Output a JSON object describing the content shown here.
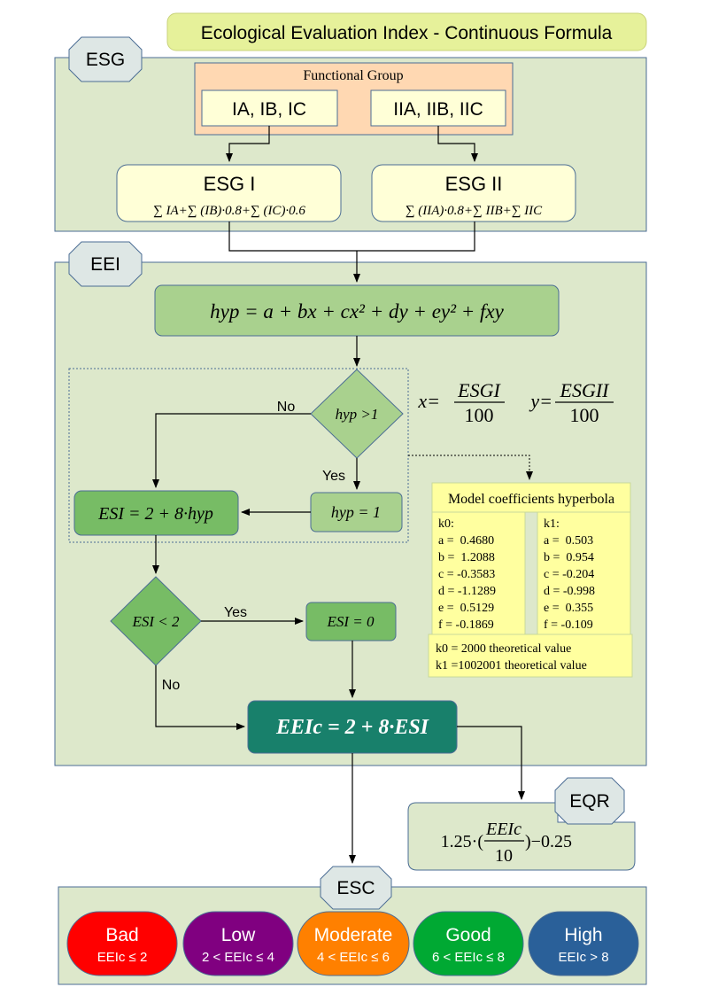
{
  "title": "Ecological Evaluation Index - Continuous Formula",
  "sections": {
    "esg": "ESG",
    "eei": "EEI",
    "eqr": "EQR",
    "esc": "ESC"
  },
  "functional_group": {
    "title": "Functional Group",
    "group1": "IA, IB, IC",
    "group2": "IIA, IIB, IIC"
  },
  "esg1": {
    "title": "ESG I",
    "formula": "∑ IA+∑ (IB)·0.8+∑ (IC)·0.6"
  },
  "esg2": {
    "title": "ESG II",
    "formula": "∑ (IIA)·0.8+∑ IIB+∑ IIC"
  },
  "hyp_formula": "hyp = a + bx + cx² + dy + ey² + fxy",
  "x_def": {
    "lhs": "x=",
    "num": "ESGI",
    "den": "100"
  },
  "y_def": {
    "lhs": "y=",
    "num": "ESGII",
    "den": "100"
  },
  "decision_hyp": "hyp >1",
  "hyp_one": "hyp = 1",
  "esi_formula": "ESI = 2 + 8·hyp",
  "decision_esi": "ESI < 2",
  "esi_zero": "ESI = 0",
  "eeic_formula": "EEIc = 2 + 8·ESI",
  "labels": {
    "no1": "No",
    "yes1": "Yes",
    "yes2": "Yes",
    "no2": "No"
  },
  "coefficients": {
    "title": "Model coefficients hyperbola",
    "k0": {
      "header": "k0:",
      "rows": [
        "a =  0.4680",
        "b =  1.2088",
        "c = -0.3583",
        "d = -1.1289",
        "e =  0.5129",
        "f = -0.1869"
      ]
    },
    "k1": {
      "header": "k1:",
      "rows": [
        "a =  0.503",
        "b =  0.954",
        "c = -0.204",
        "d = -0.998",
        "e =  0.355",
        "f = -0.109"
      ]
    },
    "note1": "k0 = 2000 theoretical value",
    "note2": "k1 =1002001 theoretical value"
  },
  "eqr_formula": {
    "prefix": "1.25·(",
    "num": "EEIc",
    "den": "10",
    "suffix": ")−0.25"
  },
  "classes": [
    {
      "name": "Bad",
      "range": "EEIc ≤ 2",
      "color": "#ff0000"
    },
    {
      "name": "Low",
      "range": "2 < EEIc ≤ 4",
      "color": "#800080"
    },
    {
      "name": "Moderate",
      "range": "4 < EEIc ≤ 6",
      "color": "#ff8000"
    },
    {
      "name": "Good",
      "range": "6 < EEIc ≤ 8",
      "color": "#00a933"
    },
    {
      "name": "High",
      "range": "EEIc > 8",
      "color": "#2a6099"
    }
  ]
}
